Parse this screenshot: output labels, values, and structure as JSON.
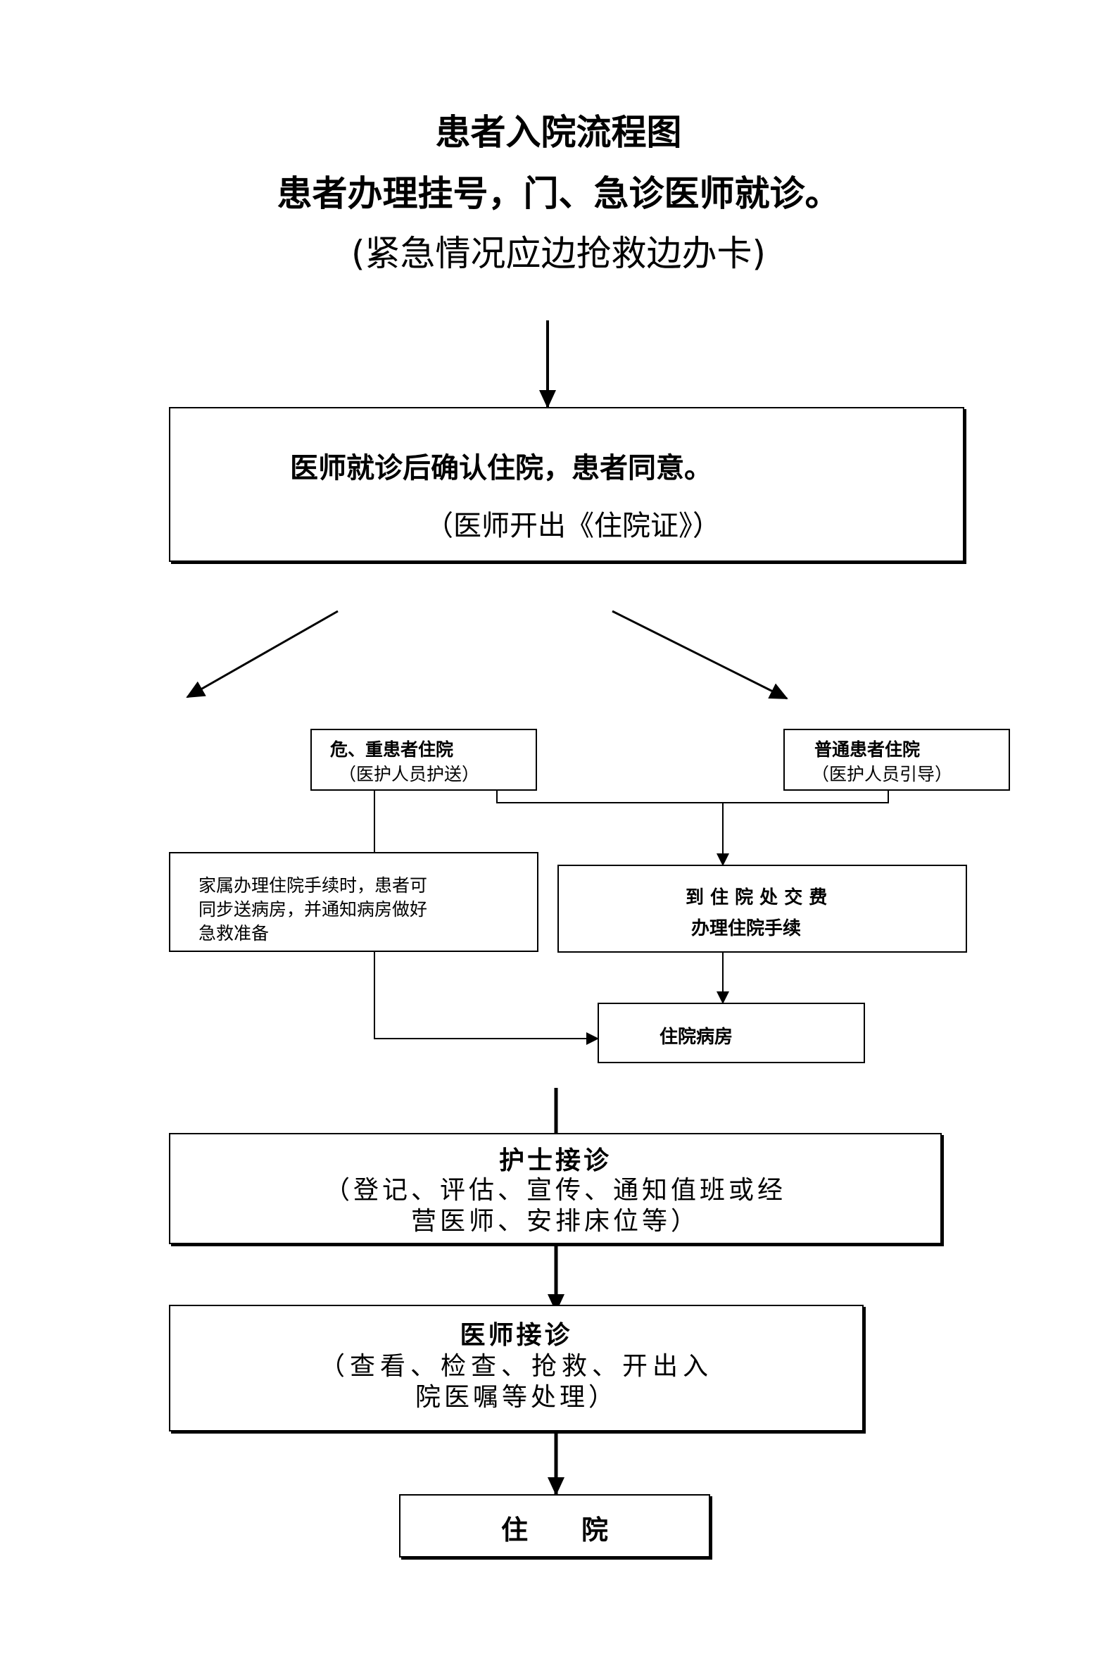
{
  "header": {
    "title": "患者入院流程图",
    "subtitle": "患者办理挂号，门、急诊医师就诊。",
    "note": "(紧急情况应边抢救边办卡)"
  },
  "flow": {
    "confirm": {
      "main": "医师就诊后确认住院，患者同意。",
      "sub": "（医师开出《住院证》）"
    },
    "critical": {
      "main": "危、重患者住院",
      "sub": "（医护人员护送）"
    },
    "normal": {
      "main": "普通患者住院",
      "sub": "（医护人员引导）"
    },
    "family": {
      "line1": "家属办理住院手续时，患者可",
      "line2": "同步送病房，并通知病房做好",
      "line3": "急救准备"
    },
    "payment": {
      "line1": "到 住 院 处 交 费",
      "line2": "办理住院手续"
    },
    "ward": {
      "label": "住院病房"
    },
    "nurse": {
      "main": "护士接诊",
      "line1": "（登记、评估、宣传、通知值班或经",
      "line2": "营医师、安排床位等）"
    },
    "doctor": {
      "main": "医师接诊",
      "line1": "（查看、检查、抢救、开出入",
      "line2": "院医嘱等处理）"
    },
    "admit": {
      "label": "住　　院"
    }
  }
}
